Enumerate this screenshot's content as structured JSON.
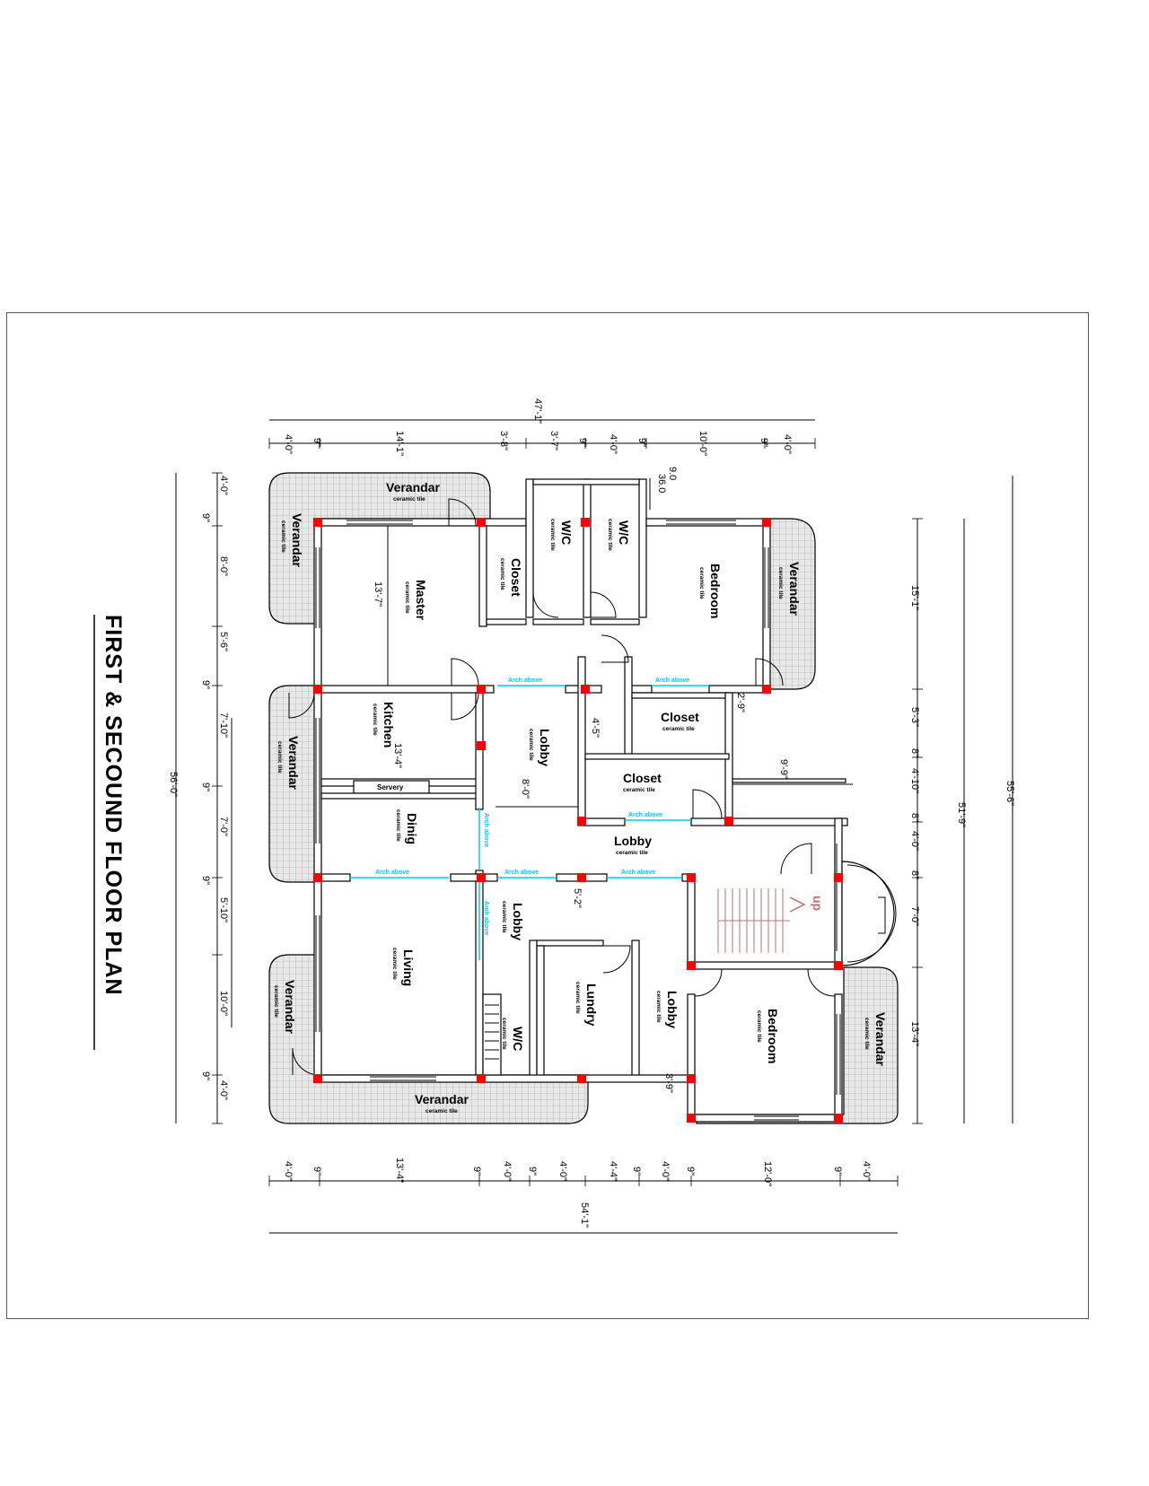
{
  "title": "FIRST & SECOUND FLOOR PLAN",
  "colors": {
    "wall": "#000000",
    "column": "#ff0000",
    "arch": "#00c8ff",
    "stair": "#c07070",
    "verandah_fill": "#e6e6e6"
  },
  "rooms": {
    "verandah_top_left": {
      "name": "Verandar",
      "finish": "ceramic tile"
    },
    "verandah_left_1": {
      "name": "Verandar",
      "finish": "ceramic tile"
    },
    "verandah_left_2": {
      "name": "Verandar",
      "finish": "ceramic tile"
    },
    "verandah_left_3": {
      "name": "Verandar",
      "finish": "ceramic tile"
    },
    "verandah_bottom": {
      "name": "Verandar",
      "finish": "ceramic tile"
    },
    "verandah_right_1": {
      "name": "Verandar",
      "finish": "ceramic tile"
    },
    "verandah_right_2": {
      "name": "Verandar",
      "finish": "ceramic tile"
    },
    "master": {
      "name": "Master",
      "finish": "ceramic tile"
    },
    "closet_1": {
      "name": "Closet",
      "finish": "ceramic tile"
    },
    "wc_1": {
      "name": "W/C",
      "finish": "ceramic tile"
    },
    "wc_2": {
      "name": "W/C",
      "finish": "ceramic tile"
    },
    "bedroom_1": {
      "name": "Bedroom",
      "finish": "ceramic tile"
    },
    "kitchen": {
      "name": "Kitchen",
      "finish": "ceramic tile"
    },
    "lobby_1": {
      "name": "Lobby",
      "finish": "ceramic tile"
    },
    "closet_2": {
      "name": "Closet",
      "finish": "ceramic tile"
    },
    "closet_3": {
      "name": "Closet",
      "finish": "ceramic tile"
    },
    "dinig": {
      "name": "Dinig",
      "finish": "ceramic tile"
    },
    "lobby_2": {
      "name": "Lobby",
      "finish": "ceramic tile"
    },
    "lobby_3": {
      "name": "Lobby",
      "finish": "ceramic tile"
    },
    "living": {
      "name": "Living",
      "finish": "ceramic tile"
    },
    "lundry": {
      "name": "Lundry",
      "finish": "ceramic tile"
    },
    "wc_3": {
      "name": "W/C",
      "finish": "ceramic tile"
    },
    "lobby_4": {
      "name": "Lobby",
      "finish": "ceramic tile"
    },
    "bedroom_2": {
      "name": "Bedroom",
      "finish": "ceramic tile"
    }
  },
  "labels": {
    "servery": "Servery",
    "stair_up": "up",
    "arch": "Arch above"
  },
  "dims": {
    "top_overall": "47'-1\"",
    "top": [
      "4'-0\"",
      "9\"",
      "14'-1\"",
      "3'-8\"",
      "3'-7\"",
      "9\"",
      "4'-0\"",
      "9\"",
      "10'-0\"",
      "9\"",
      "4'-0\""
    ],
    "top_note_a": "9.0",
    "top_note_b": "36.0",
    "bottom_overall": "54'-1\"",
    "bottom": [
      "4'-0\"",
      "9\"",
      "13'-4\"",
      "9\"",
      "4'-0\"",
      "9\"",
      "4'-0\"",
      "4'-4\"",
      "9\"",
      "4'-0\"",
      "9\"",
      "12'-0\"",
      "9\"",
      "4'-0\""
    ],
    "left_overall": "56'-0\"",
    "left": [
      "4'-0\"",
      "9\"",
      "8'-0\"",
      "5'-6\"",
      "9\"",
      "7'-10\"",
      "9\"",
      "7'-0\"",
      "9\"",
      "5'-10\"",
      "10'-0\"",
      "9\"",
      "4'-0\""
    ],
    "right_outer": "55'-6\"",
    "right_mid": "51'-9\"",
    "right": [
      "15'-1\"",
      "5'-3\"",
      "8\"",
      "4'-10\"",
      "8\"",
      "4'-0\"",
      "8\"",
      "7'-0\"",
      "13'-4\""
    ],
    "inner": {
      "master": "13'-7\"",
      "kitchen": "13'-4\"",
      "lobby_a": "4'-5\"",
      "lobby_b": "8'-0\"",
      "closet": "2'-9\"",
      "closet_b": "9'-9\"",
      "lobby_c": "5'-2\"",
      "bottom_small": "3'-9\""
    }
  }
}
